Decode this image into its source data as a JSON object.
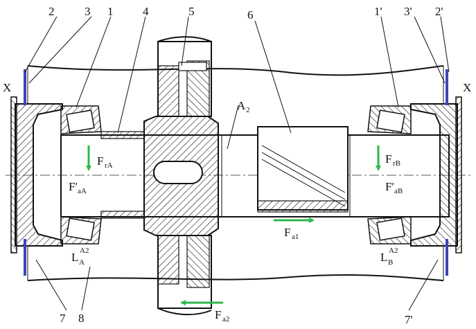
{
  "part_numbers": {
    "n2": "2",
    "n3": "3",
    "n1": "1",
    "n4": "4",
    "n5": "5",
    "n6": "6",
    "n1p": "1'",
    "n3p": "3'",
    "n2p": "2'",
    "n7": "7",
    "n8": "8",
    "n7p": "7'"
  },
  "labels": {
    "a2_main": "A",
    "a2_main_sub": "2",
    "fra": "F",
    "fra_sub": "rA",
    "faa": "F′",
    "faa_sub": "aA",
    "frb": "F",
    "frb_sub": "rB",
    "fab": "F′",
    "fab_sub": "aB",
    "fa1": "F",
    "fa1_sub": "a1",
    "fa2": "F",
    "fa2_sub": "a2",
    "la": "L",
    "la_sup": "A2",
    "la_sub": "A",
    "lb": "L",
    "lb_sup": "A2",
    "lb_sub": "B",
    "x_left": "X",
    "x_right": "X"
  },
  "colors": {
    "force_arrow": "#2db84a",
    "shim": "#3a46b8",
    "line": "#111111"
  }
}
